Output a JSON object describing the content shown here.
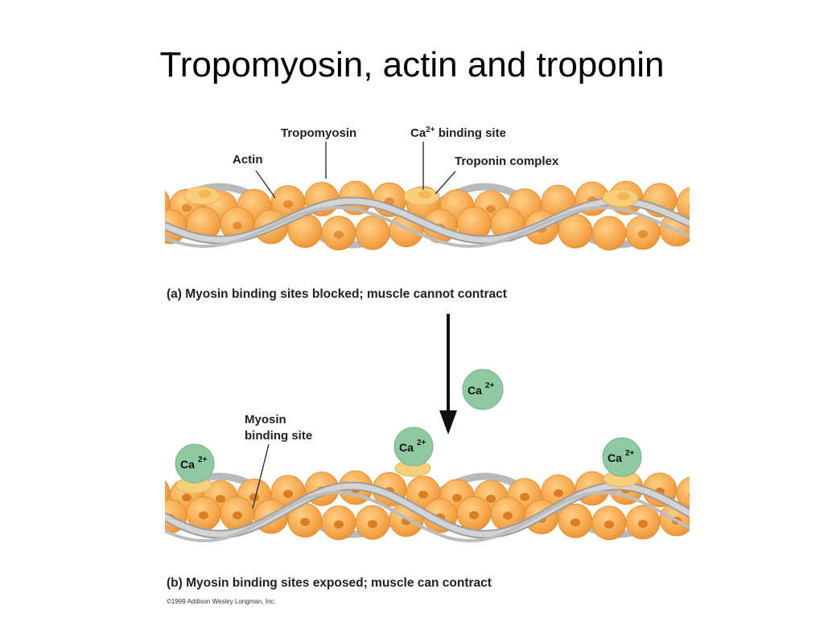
{
  "slide": {
    "title": "Tropomyosin, actin and troponin"
  },
  "panel_a": {
    "labels": {
      "tropomyosin": "Tropomyosin",
      "actin": "Actin",
      "ca_binding_site_base": "Ca",
      "ca_binding_site_sup": "2+",
      "ca_binding_site_rest": " binding site",
      "troponin_complex": "Troponin complex"
    },
    "caption": "(a) Myosin binding sites blocked; muscle cannot contract"
  },
  "transition": {
    "ion_base": "Ca",
    "ion_sup": "2+"
  },
  "panel_b": {
    "labels": {
      "myosin_line1": "Myosin",
      "myosin_line2": "binding site"
    },
    "bound_ions": [
      {
        "base": "Ca",
        "sup": "2+"
      },
      {
        "base": "Ca",
        "sup": "2+"
      },
      {
        "base": "Ca",
        "sup": "2+"
      }
    ],
    "caption": "(b) Myosin binding sites exposed; muscle can contract"
  },
  "copyright": "©1999 Addison Wesley Longman, Inc.",
  "colors": {
    "actin_fill": "#f5a54a",
    "actin_stroke": "#e08a2a",
    "binding_site": "#d9791f",
    "tropomyosin": "#b9b9b9",
    "troponin": "#f7cf7a",
    "calcium": "#8fc9a2",
    "arrow": "#111111"
  }
}
